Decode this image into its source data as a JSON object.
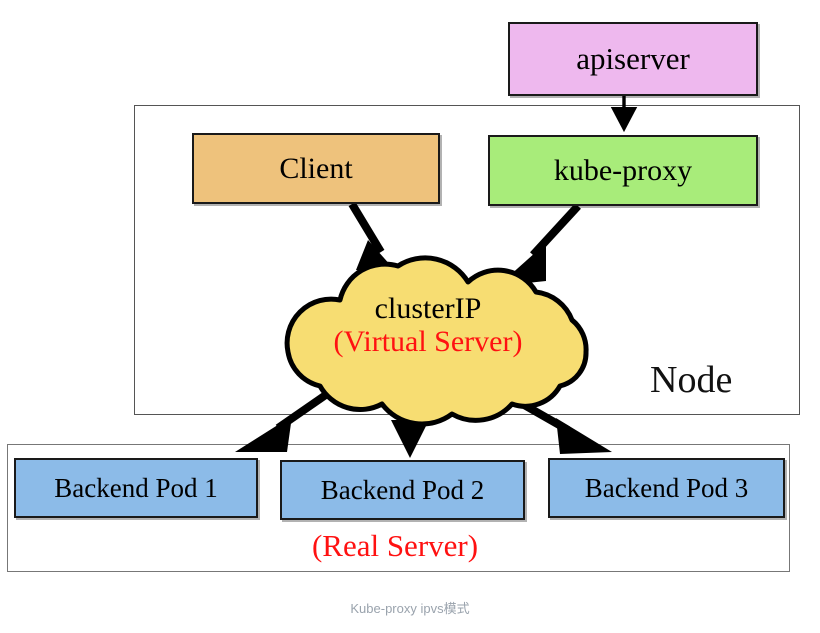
{
  "diagram": {
    "caption": "Kube-proxy ipvs模式",
    "node_label": "Node",
    "real_server_label": "(Real Server)",
    "boxes": {
      "apiserver": {
        "label": "apiserver",
        "color": "#eeb8ee"
      },
      "client": {
        "label": "Client",
        "color": "#eec27c"
      },
      "kube_proxy": {
        "label": "kube-proxy",
        "color": "#a8ec7a"
      }
    },
    "cloud": {
      "line1": "clusterIP",
      "line2": "(Virtual Server)",
      "color": "#f7dd72",
      "line2_color": "#ff1111"
    },
    "pods": [
      {
        "label": "Backend Pod 1",
        "color": "#8cbbe8"
      },
      {
        "label": "Backend Pod 2",
        "color": "#8cbbe8"
      },
      {
        "label": "Backend Pod 3",
        "color": "#8cbbe8"
      }
    ],
    "edges": [
      {
        "from": "apiserver",
        "to": "kube-proxy"
      },
      {
        "from": "client",
        "to": "clusterIP"
      },
      {
        "from": "kube-proxy",
        "to": "clusterIP"
      },
      {
        "from": "clusterIP",
        "to": "Backend Pod 1"
      },
      {
        "from": "clusterIP",
        "to": "Backend Pod 2"
      },
      {
        "from": "clusterIP",
        "to": "Backend Pod 3"
      }
    ]
  }
}
